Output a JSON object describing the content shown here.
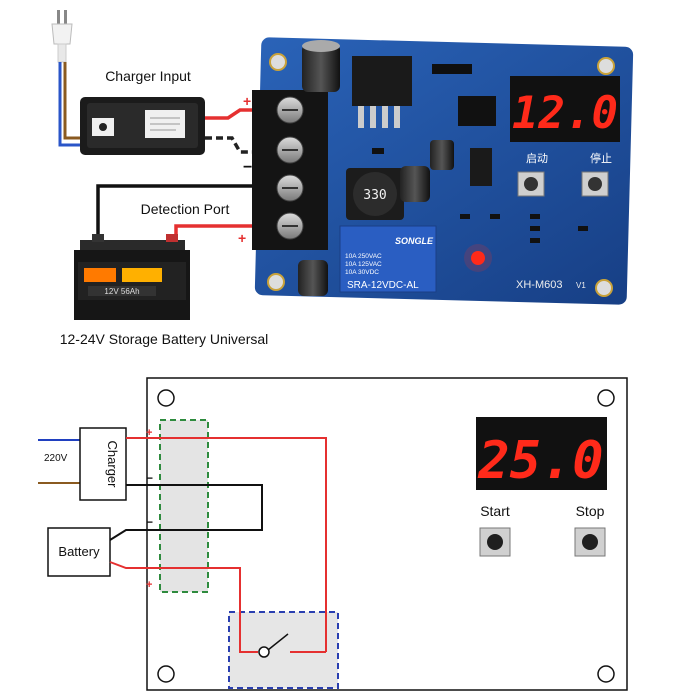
{
  "photo": {
    "charger_input_label": "Charger Input",
    "detection_port_label": "Detection Port",
    "battery_caption": "12-24V Storage Battery Universal",
    "display_value": "12.0",
    "model_label": "XH-M603",
    "version_label": "V1",
    "inductor_value": "330",
    "relay_brand": "SONGLE",
    "relay_rating_1": "10A 250VAC",
    "relay_rating_2": "10A 125VAC",
    "relay_rating_3": "10A 30VDC",
    "relay_model": "SRA-12VDC-AL",
    "button_start_cn": "启动",
    "button_stop_cn": "停止",
    "battery_spec": "12V 56Ah",
    "plus_sign": "+",
    "minus_sign": "−"
  },
  "schematic": {
    "display_value": "25.0",
    "charger_label": "Charger",
    "battery_label": "Battery",
    "mains_label": "220V",
    "start_label": "Start",
    "stop_label": "Stop",
    "plus_sign": "+",
    "minus_sign": "−"
  },
  "colors": {
    "board_blue": "#1f4f9e",
    "display_red": "#ff2a1a",
    "wire_red": "#e53030",
    "wire_black": "#111111",
    "wire_blue": "#2040c0",
    "wire_brown": "#8a5a20",
    "terminal_green": "#2e8b3e",
    "relay_box_blue": "#2a3fb0"
  }
}
